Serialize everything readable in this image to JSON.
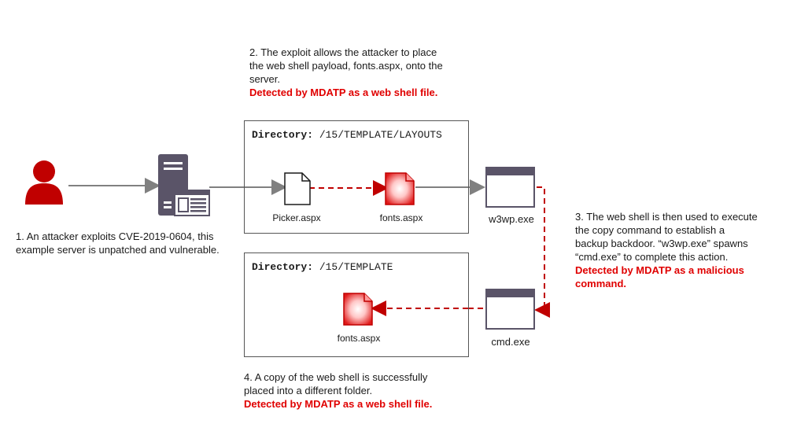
{
  "steps": {
    "step1": {
      "lines": [
        "1. An attacker exploits CVE-2019-0604, this",
        "example server is unpatched and vulnerable."
      ]
    },
    "step2": {
      "lines": [
        "2. The exploit allows the attacker to place",
        "the web shell payload, fonts.aspx, onto the",
        "server."
      ],
      "detection": "Detected by MDATP as a web shell file."
    },
    "step3": {
      "lines": [
        "3. The web shell is then used to execute",
        "the copy command to establish a",
        "backup backdoor. “w3wp.exe” spawns",
        "“cmd.exe” to complete this action."
      ],
      "detection_lines": [
        "Detected by MDATP as a malicious",
        "command."
      ]
    },
    "step4": {
      "lines": [
        "4. A copy of the web shell is successfully",
        "placed into a different folder."
      ],
      "detection": "Detected by MDATP as a web shell file."
    }
  },
  "directories": {
    "layouts": {
      "label_key": "Directory:",
      "path": "/15/TEMPLATE/LAYOUTS"
    },
    "template": {
      "label_key": "Directory:",
      "path": "/15/TEMPLATE"
    }
  },
  "files": {
    "picker": "Picker.aspx",
    "fonts_layouts": "fonts.aspx",
    "fonts_template": "fonts.aspx"
  },
  "processes": {
    "w3wp": "w3wp.exe",
    "cmd": "cmd.exe"
  },
  "colors": {
    "detection_red": "#e00000",
    "attacker_red": "#c00000",
    "server_gray": "#5a5468",
    "arrow_gray": "#808080",
    "dashed_red": "#c00000",
    "window_bar": "#5a5468"
  },
  "icons": [
    "attacker-icon",
    "server-icon",
    "document-icon",
    "webshell-file-icon",
    "process-window-icon"
  ]
}
